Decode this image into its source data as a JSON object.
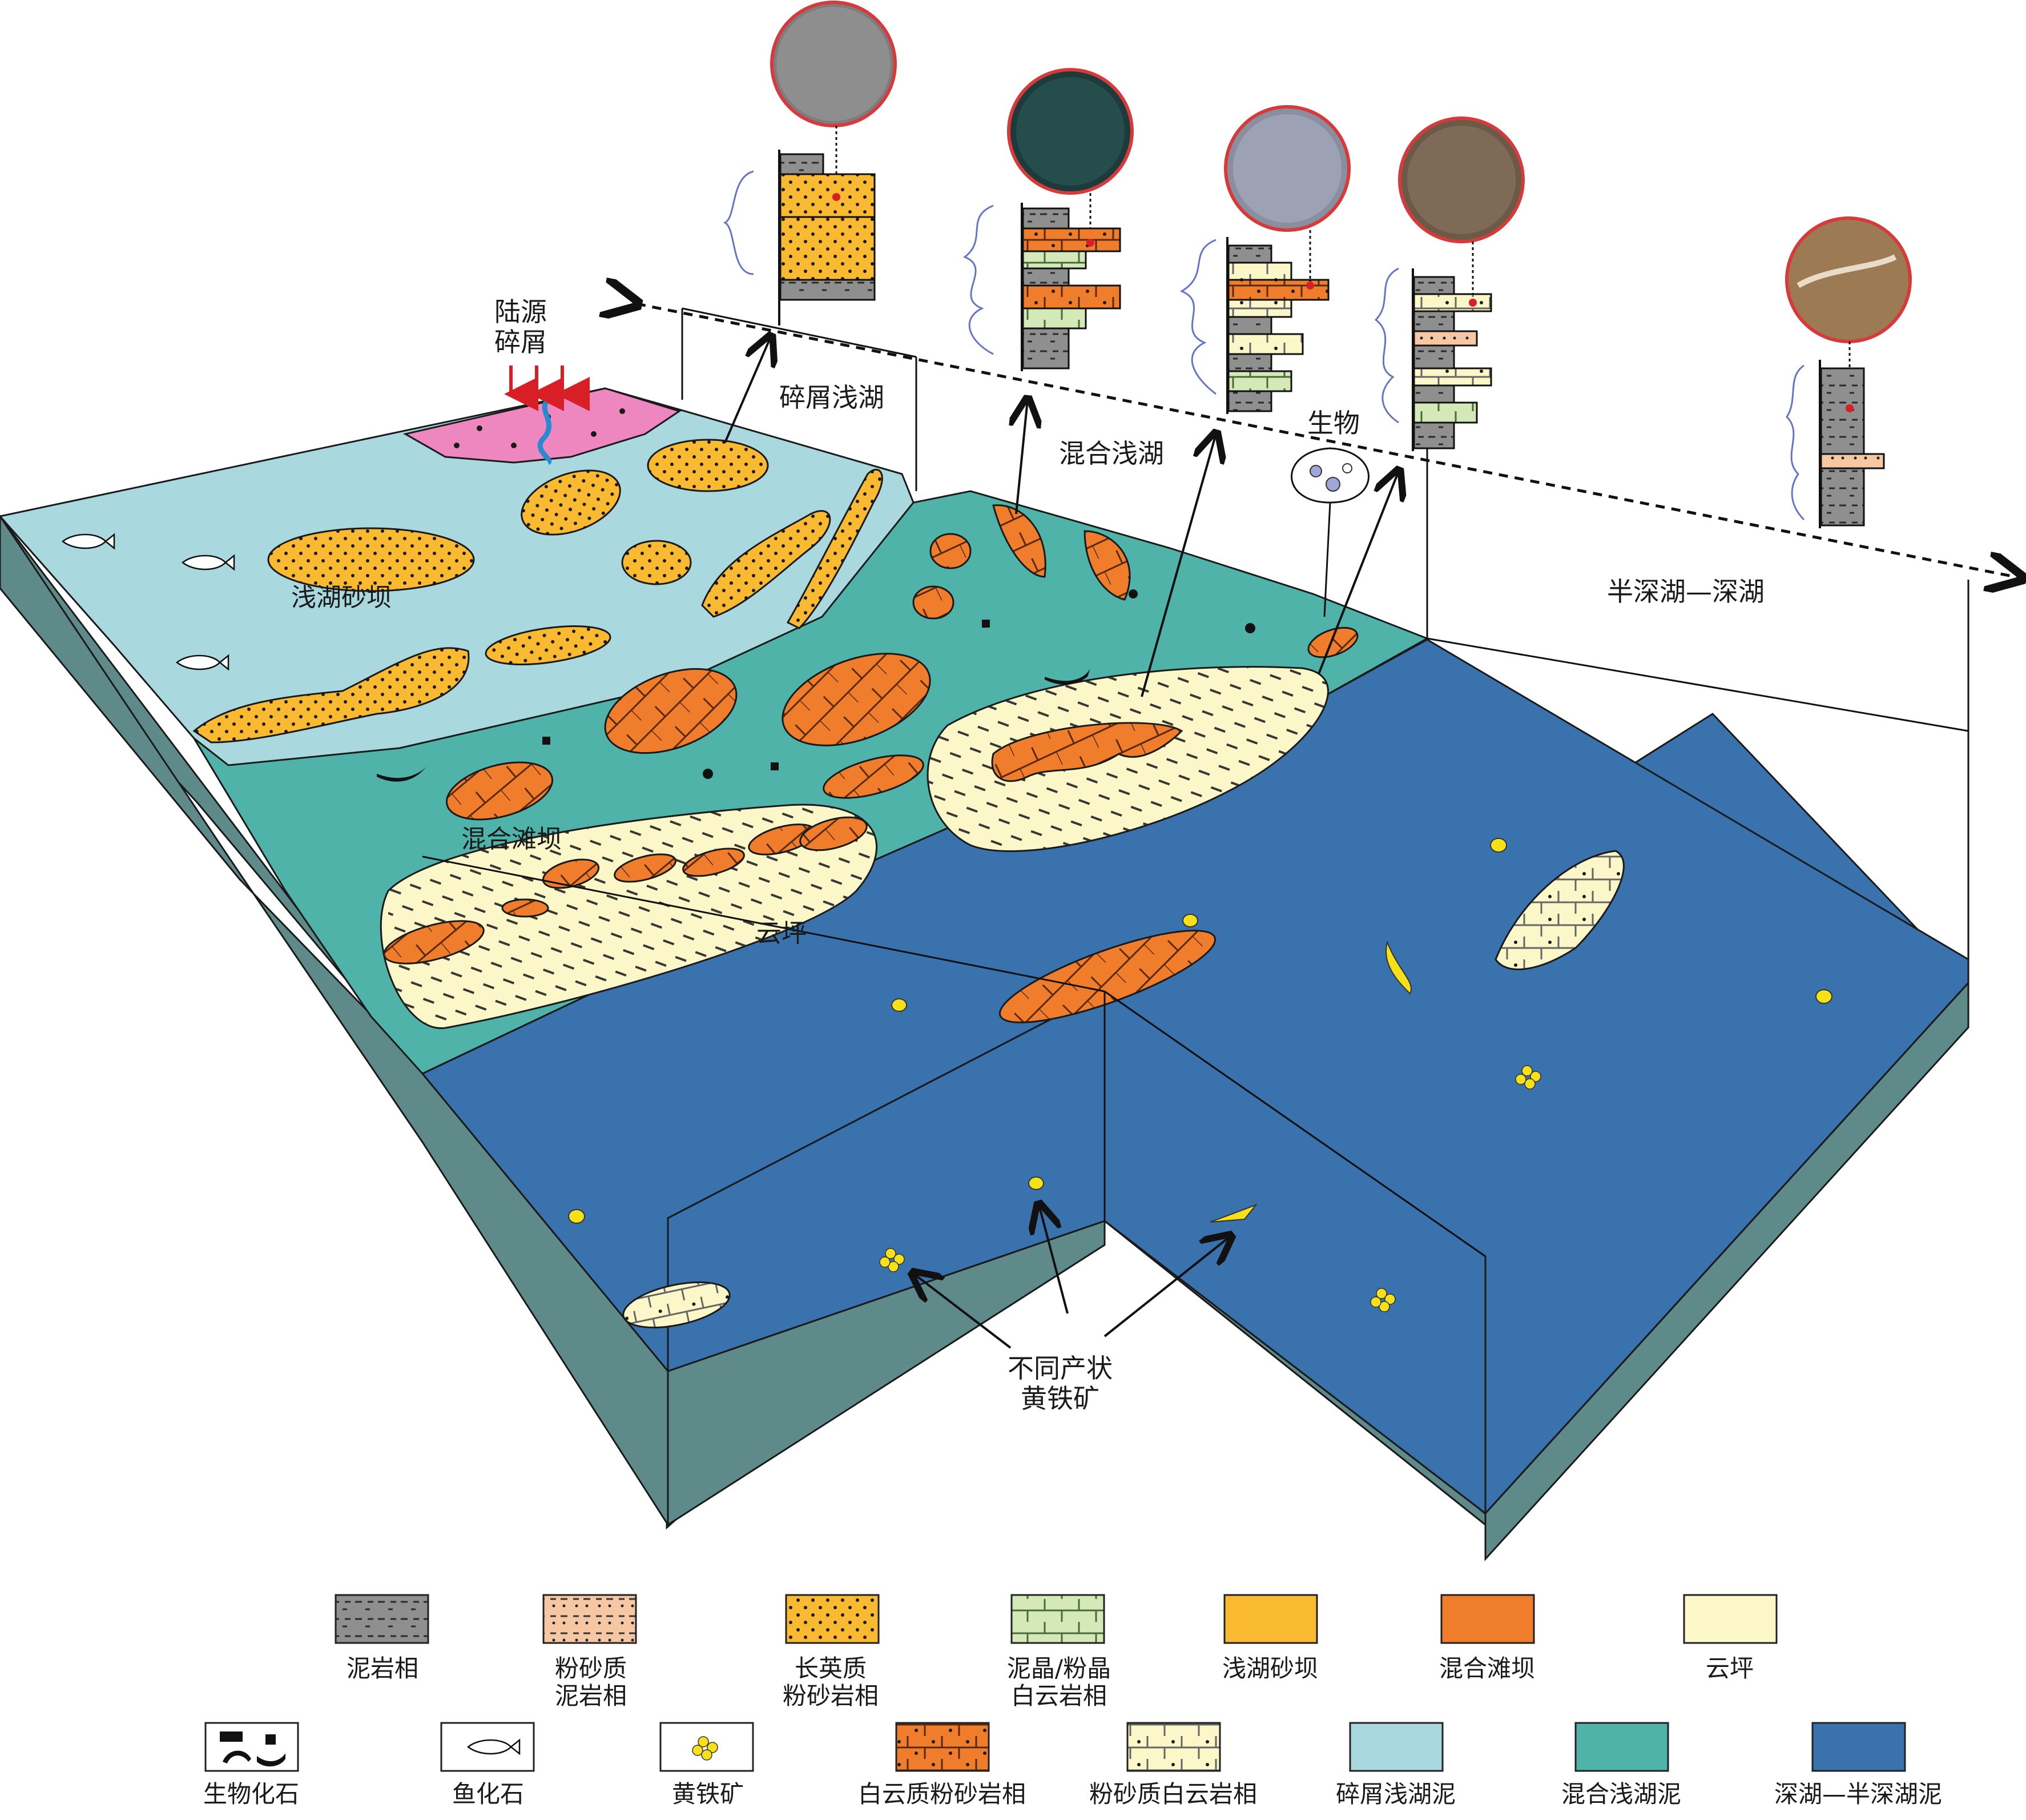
{
  "source_label": [
    "陆源",
    "碎屑"
  ],
  "zones": {
    "clastic": "碎屑浅湖",
    "mixed": "混合浅湖",
    "bio": "生物",
    "deep": "半深湖—深湖"
  },
  "map_labels": {
    "sandbar": "浅湖砂坝",
    "mixed_bar": "混合滩坝",
    "dolo_flat": "云坪"
  },
  "pyrite_callout": [
    "不同产状",
    "黄铁矿"
  ],
  "legend_row1": [
    {
      "label": [
        "泥岩相"
      ],
      "swatch": "mudstone"
    },
    {
      "label": [
        "粉砂质",
        "泥岩相"
      ],
      "swatch": "silty-mudstone"
    },
    {
      "label": [
        "长英质",
        "粉砂岩相"
      ],
      "swatch": "felsic-siltstone"
    },
    {
      "label": [
        "泥晶/粉晶",
        "白云岩相"
      ],
      "swatch": "micrite-dolomite"
    },
    {
      "label": [
        "浅湖砂坝"
      ],
      "swatch": "sandbar-color"
    },
    {
      "label": [
        "混合滩坝"
      ],
      "swatch": "mixedbar-color"
    },
    {
      "label": [
        "云坪"
      ],
      "swatch": "doloflat-color"
    }
  ],
  "legend_row2": [
    {
      "label": [
        "生物化石"
      ],
      "swatch": "bio-fossil"
    },
    {
      "label": [
        "鱼化石"
      ],
      "swatch": "fish-fossil"
    },
    {
      "label": [
        "黄铁矿"
      ],
      "swatch": "pyrite"
    },
    {
      "label": [
        "白云质粉砂岩相"
      ],
      "swatch": "dolomitic-siltstone"
    },
    {
      "label": [
        "粉砂质白云岩相"
      ],
      "swatch": "silty-dolomite"
    },
    {
      "label": [
        "碎屑浅湖泥"
      ],
      "swatch": "clastic-mud"
    },
    {
      "label": [
        "混合浅湖泥"
      ],
      "swatch": "mixed-mud"
    },
    {
      "label": [
        "深湖—半深湖泥"
      ],
      "swatch": "deep-mud"
    }
  ],
  "colors": {
    "clastic_mud": "#a9d8df",
    "mixed_mud": "#4fb3aa",
    "deep_mud": "#3a72ae",
    "side": "#5f8a8a",
    "sandbar": "#f9b930",
    "mixed_bar": "#ef7d2c",
    "dolo_flat": "#fbf7c8",
    "pink": "#ee86c0",
    "pyrite": "#f5e11a",
    "dolomite_green": "#d5e8b8",
    "grey_mud": "#8f8f8f",
    "circle_ring": "#d63a3a"
  }
}
